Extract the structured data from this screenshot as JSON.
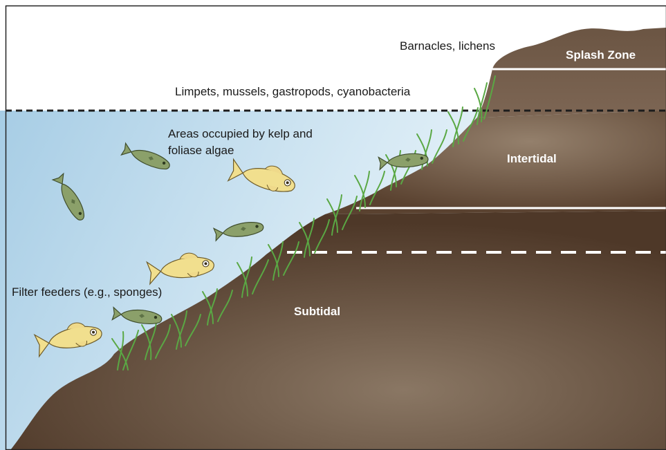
{
  "labels": {
    "barnacles": "Barnacles, lichens",
    "limpets": "Limpets, mussels, gastropods, cyanobacteria",
    "kelp_line1": "Areas occupied by kelp and",
    "kelp_line2": "foliase algae",
    "filter": "Filter feeders (e.g., sponges)"
  },
  "zones": {
    "splash": "Splash Zone",
    "intertidal": "Intertidal",
    "subtidal": "Subtidal"
  },
  "colors": {
    "water_top": "#a9cfe6",
    "water_bottom": "#eef6fb",
    "rock_light": "#8a7663",
    "rock_dark": "#4a3526",
    "grass": "#5fae45",
    "fish_yellow": "#f1df8e",
    "fish_green": "#8ba06a"
  }
}
